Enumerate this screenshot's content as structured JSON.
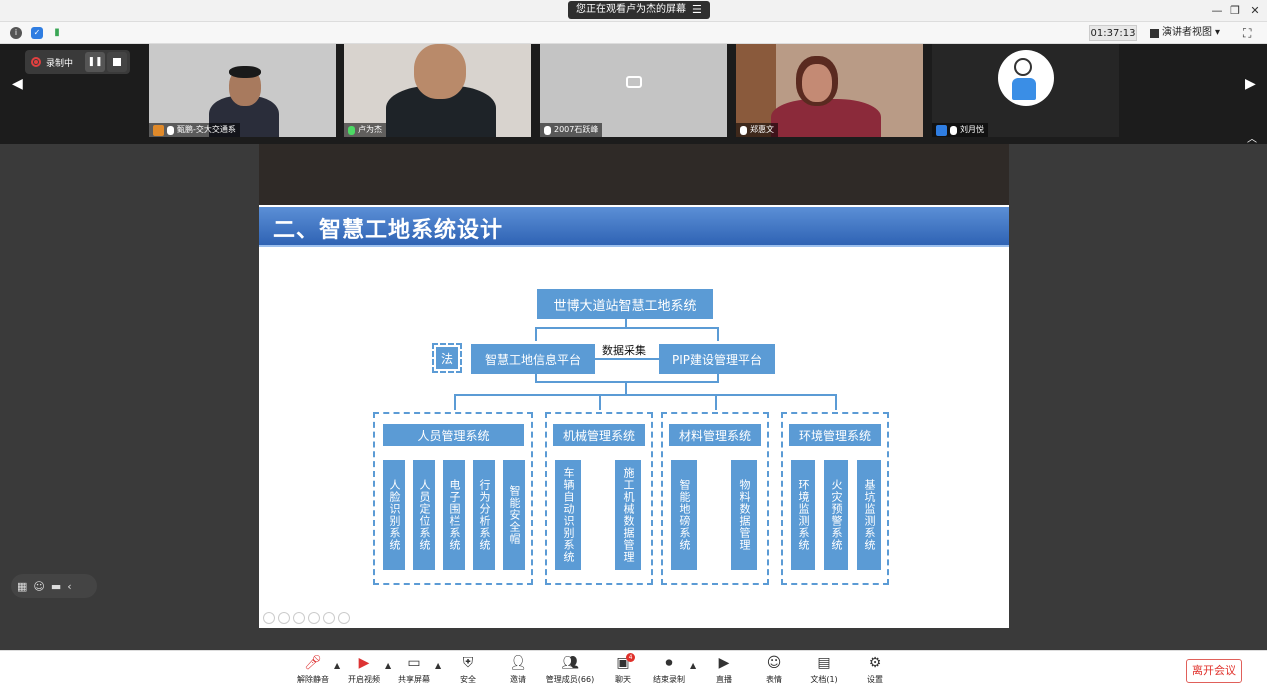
{
  "titlebar": {
    "share_banner": "您正在观看卢为杰的屏幕",
    "menu_glyph": "☰",
    "minimize": "—",
    "restore": "❐",
    "close": "✕"
  },
  "infobar": {
    "timer": "01:37:13",
    "view_mode": "演讲者视图",
    "dropdown_glyph": "▾",
    "fullscreen_glyph": "⛶"
  },
  "recording": {
    "label": "录制中",
    "pause_glyph": "❚❚"
  },
  "participants": [
    {
      "name": "甄鹏-交大交通系"
    },
    {
      "name": "卢为杰"
    },
    {
      "name": "2007石跃峰"
    },
    {
      "name": "郑惠文"
    },
    {
      "name": "刘月悦"
    }
  ],
  "strip": {
    "left_arrow": "◀",
    "right_arrow": "▶",
    "collapse": "︿"
  },
  "slide": {
    "title": "二、智慧工地系统设计",
    "top_node": "世博大道站智慧工地系统",
    "law_node": "法",
    "platform_left": "智慧工地信息平台",
    "platform_right": "PIP建设管理平台",
    "data_label": "数据采集",
    "groups": [
      {
        "title": "人员管理系统",
        "items": [
          "人脸识别系统",
          "人员定位系统",
          "电子围栏系统",
          "行为分析系统",
          "智能安全帽"
        ]
      },
      {
        "title": "机械管理系统",
        "items": [
          "车辆自动识别系统",
          "施工机械数据管理"
        ]
      },
      {
        "title": "材料管理系统",
        "items": [
          "智能地磅系统",
          "物料数据管理"
        ]
      },
      {
        "title": "环境管理系统",
        "items": [
          "环境监测系统",
          "火灾预警系统",
          "基坑监测系统"
        ]
      }
    ]
  },
  "toolbar": {
    "unmute": "解除静音",
    "video": "开启视频",
    "share": "共享屏幕",
    "security": "安全",
    "invite": "邀请",
    "members": "管理成员(66)",
    "chat": "聊天",
    "chat_badge": "4",
    "stop_record": "结束录制",
    "live": "直播",
    "reactions": "表情",
    "docs": "文档(1)",
    "settings": "设置",
    "leave": "离开会议",
    "caret_glyph": "▲"
  },
  "colors": {
    "accent": "#5b9bd5",
    "title_bar": "#2f63b4",
    "leave": "#e0302a"
  }
}
